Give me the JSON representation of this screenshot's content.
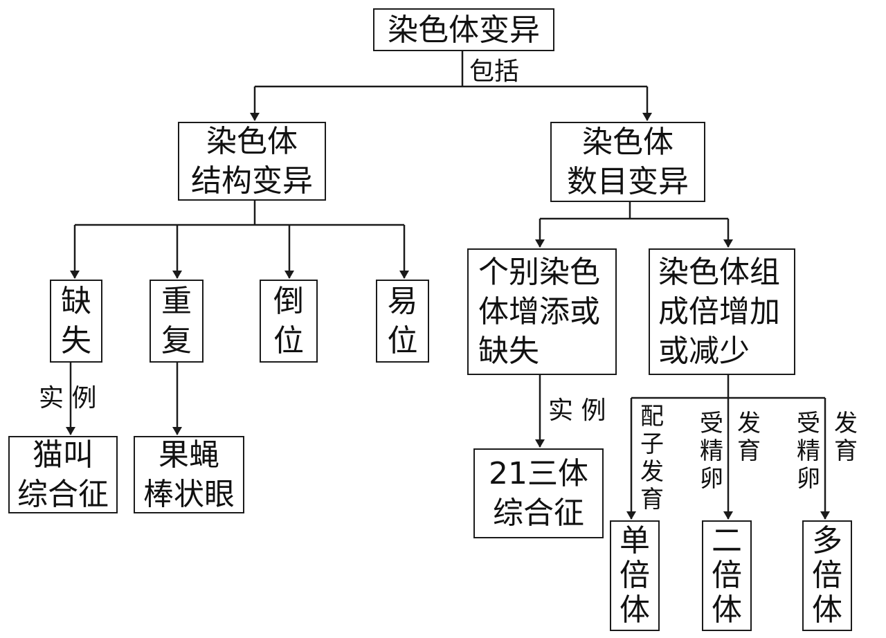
{
  "nodes": {
    "root": "染色体变异",
    "structural": "染色体\n结构变异",
    "numerical": "染色体\n数目变异",
    "deletion": "缺\n失",
    "duplication": "重\n复",
    "inversion": "倒\n位",
    "translocation": "易\n位",
    "individual": "个别染色\n体增添或\n缺失",
    "set": "染色体组\n成倍增加\n或减少",
    "cat_cry": "猫叫\n综合征",
    "fruit_fly": "果蝇\n棒状眼",
    "trisomy21": "21三体\n综合征",
    "haploid": "单\n倍\n体",
    "diploid": "二\n倍\n体",
    "polyploid": "多\n倍\n体"
  },
  "edge_labels": {
    "includes": "包括",
    "example_left": "实 例",
    "example_right": "实 例",
    "gamete_develop": "配子发育",
    "zygote_label_1": "受精卵",
    "develop_1": "发育",
    "zygote_label_2": "受精卵",
    "develop_2": "发育"
  },
  "colors": {
    "line": "#1a1a1a",
    "text": "#111111",
    "background": "#ffffff"
  }
}
